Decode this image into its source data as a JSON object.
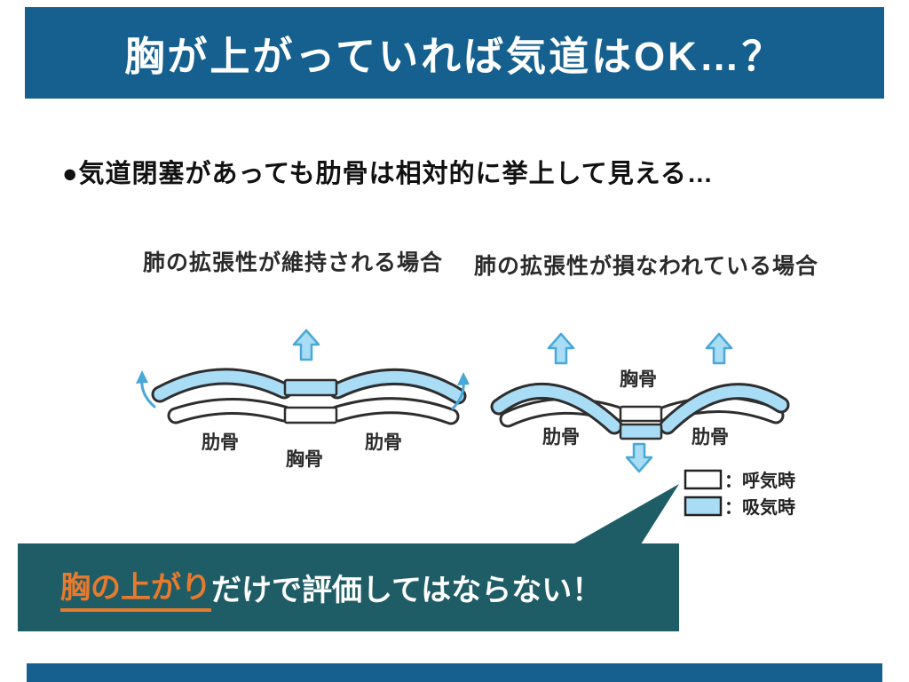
{
  "colors": {
    "band_blue": "#15608F",
    "callout_teal": "#1F5D66",
    "accent_orange": "#E87A2D",
    "fill_lightblue": "#A9DCF5",
    "arrow_blue": "#49A8D8",
    "ink": "#2E2E2E"
  },
  "header": {
    "title": "胸が上がっていれば気道はOK…？"
  },
  "body": {
    "heading": "●気道閉塞があっても肋骨は相対的に挙上して見える…"
  },
  "diagram": {
    "left": {
      "caption": "肺の拡張性が維持される場合",
      "rib_left": "肋骨",
      "sternum": "胸骨",
      "rib_right": "肋骨"
    },
    "right": {
      "caption": "肺の拡張性が損なわれている場合",
      "sternum": "胸骨",
      "rib_left": "肋骨",
      "rib_right": "肋骨"
    },
    "legend": {
      "expiration": "：呼気時",
      "inspiration": "：吸気時"
    }
  },
  "callout": {
    "highlight": "胸の上がり",
    "rest": "だけで評価してはならない！"
  }
}
